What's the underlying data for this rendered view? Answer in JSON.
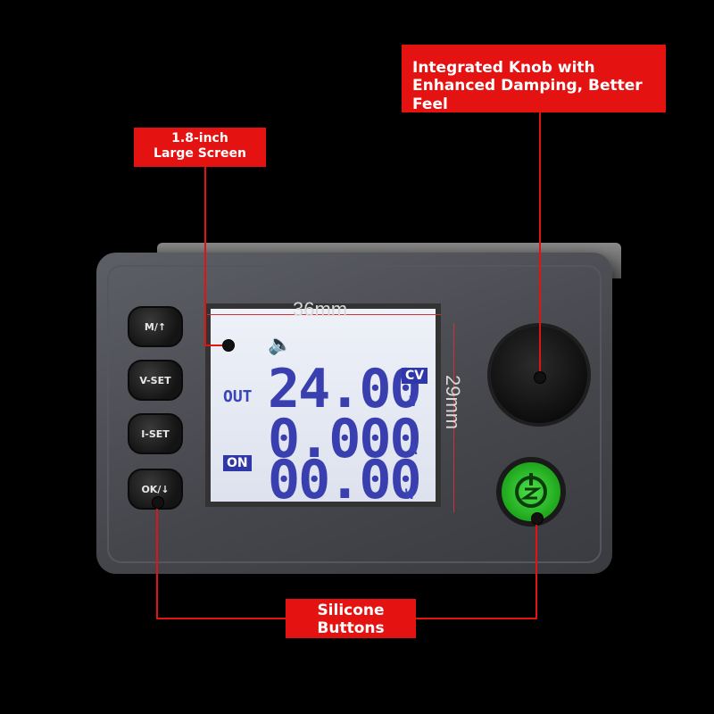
{
  "callouts": {
    "knob": "Integrated Knob with Enhanced Damping, Better Feel",
    "screen": "1.8-inch Large Screen",
    "buttons": "Silicone Buttons"
  },
  "buttons": [
    "M/↑",
    "V-SET",
    "I-SET",
    "OK/↓"
  ],
  "lcd": {
    "out_label": "OUT",
    "voltage": "24.00",
    "voltage_unit": "V",
    "current": "0.000",
    "current_unit": "A",
    "power": "00.00",
    "power_unit": "W",
    "mode_badge": "CV",
    "on_badge": "ON"
  },
  "dimensions": {
    "width": "36mm",
    "height": "29mm"
  },
  "icons": {
    "speaker": "speaker-icon",
    "power": "power-button-icon"
  },
  "colors": {
    "callout_bg": "#e51212",
    "lcd_digit": "#3a3fb0",
    "power_led": "#3fd13c"
  }
}
